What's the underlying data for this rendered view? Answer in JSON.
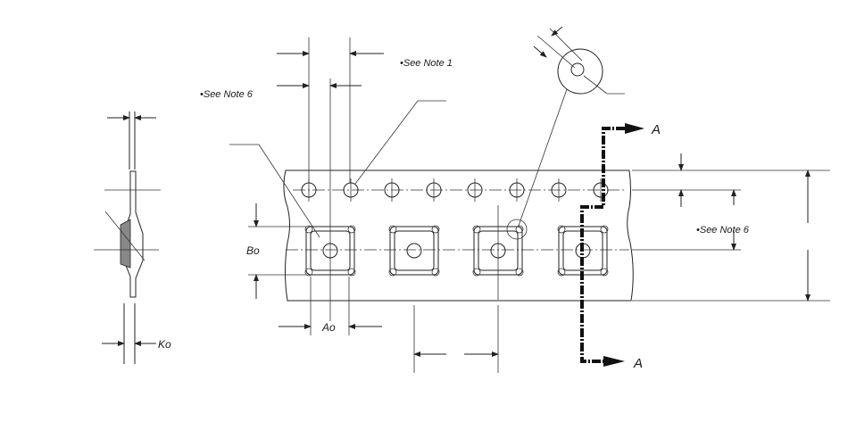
{
  "notes": {
    "see_note_1": "•See Note 1",
    "see_note_6_top": "•See Note 6",
    "see_note_6_right": "•See Note 6"
  },
  "dimensions": {
    "bo": "Bo",
    "ao": "Ao",
    "ko": "Ko"
  },
  "section": {
    "top_label": "A",
    "bottom_label": "A"
  }
}
